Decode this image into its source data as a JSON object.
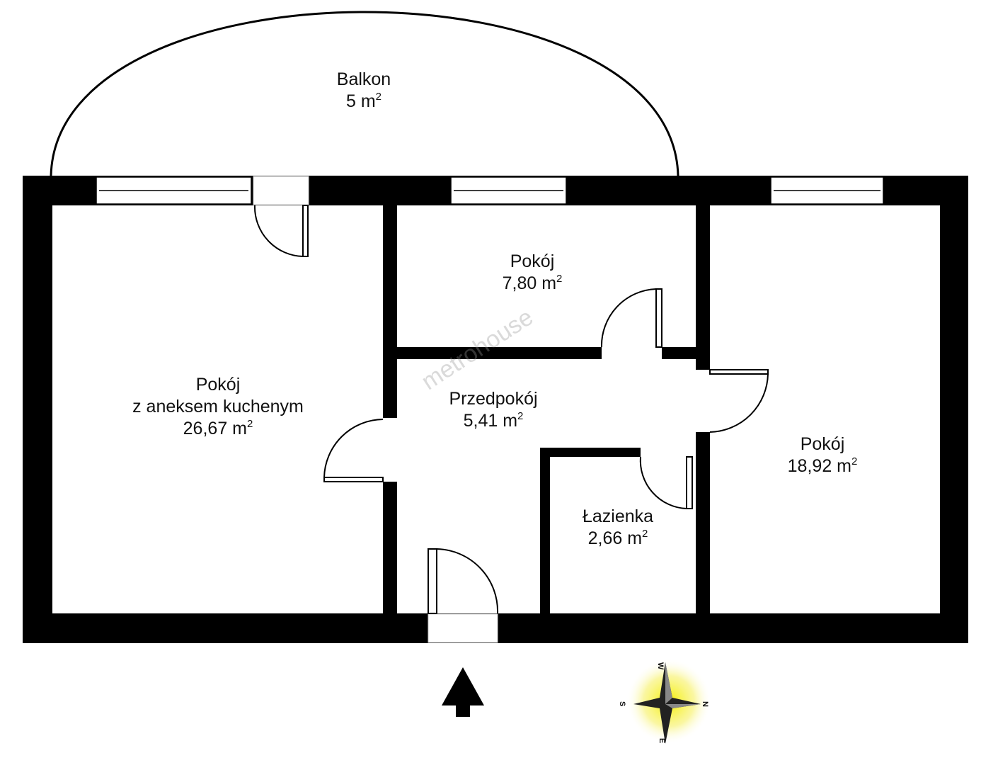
{
  "rooms": [
    {
      "name": "Balkon",
      "area": "5 m",
      "unit_sup": "2"
    },
    {
      "name": "Pokój",
      "area": "7,80 m",
      "unit_sup": "2"
    },
    {
      "name": "Pokój",
      "name2": "z aneksem kuchenym",
      "area": "26,67 m",
      "unit_sup": "2"
    },
    {
      "name": "Przedpokój",
      "area": "5,41 m",
      "unit_sup": "2"
    },
    {
      "name": "Pokój",
      "area": "18,92 m",
      "unit_sup": "2"
    },
    {
      "name": "Łazienka",
      "area": "2,66 m",
      "unit_sup": "2"
    }
  ],
  "watermark": "metrohouse",
  "compass": {
    "n": "N",
    "s": "S",
    "e": "E",
    "w": "W"
  },
  "colors": {
    "wall": "#000000",
    "compass_glow": "#f5f000"
  }
}
